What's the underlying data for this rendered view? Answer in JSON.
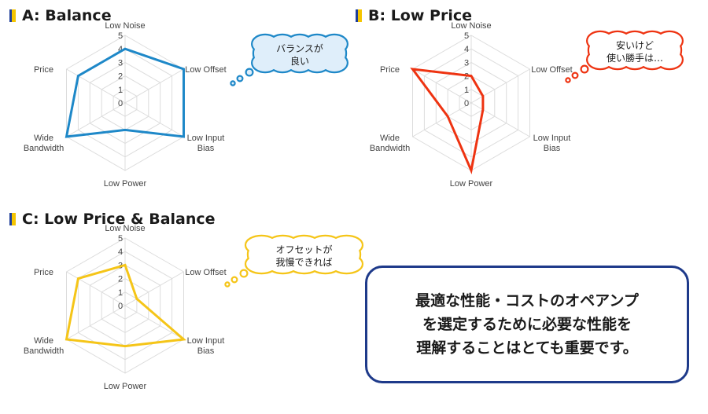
{
  "colors": {
    "marker_blue": "#1f3f9a",
    "marker_yellow": "#f5c500",
    "grid": "#dcdcdc",
    "navy": "#1e3a8a"
  },
  "chart_data": [
    {
      "type": "radar",
      "title": "A: Balance",
      "axes": [
        "Low Noise",
        "Low Offset",
        "Low Input\nBias",
        "Low Power",
        "Wide\nBandwidth",
        "Price"
      ],
      "ticks": [
        0,
        1,
        2,
        3,
        4,
        5
      ],
      "range": [
        0,
        5
      ],
      "values": [
        4,
        5,
        5,
        2,
        5,
        4
      ],
      "color": "#1e88c8"
    },
    {
      "type": "radar",
      "title": "B: Low Price",
      "axes": [
        "Low Noise",
        "Low Offset",
        "Low Input\nBias",
        "Low Power",
        "Wide\nBandwidth",
        "Price"
      ],
      "ticks": [
        0,
        1,
        2,
        3,
        4,
        5
      ],
      "range": [
        0,
        5
      ],
      "values": [
        2,
        1,
        1,
        5,
        2,
        5
      ],
      "color": "#ee3311"
    },
    {
      "type": "radar",
      "title": "C: Low Price & Balance",
      "axes": [
        "Low Noise",
        "Low Offset",
        "Low Input\nBias",
        "Low Power",
        "Wide\nBandwidth",
        "Price"
      ],
      "ticks": [
        0,
        1,
        2,
        3,
        4,
        5
      ],
      "range": [
        0,
        5
      ],
      "values": [
        3,
        1,
        5,
        3,
        5,
        4
      ],
      "color": "#f5c518"
    }
  ],
  "callouts": [
    {
      "lines": [
        "バランスが",
        "良い"
      ],
      "border": "#1e88c8",
      "fill": "#dfeefa"
    },
    {
      "lines": [
        "安いけど",
        "使い勝手は…"
      ],
      "border": "#ee3311",
      "fill": "#ffffff"
    },
    {
      "lines": [
        "オフセットが",
        "我慢できれば"
      ],
      "border": "#f5c518",
      "fill": "#ffffff"
    }
  ],
  "message": {
    "lines": [
      "最適な性能・コストのオペアンプ",
      "を選定するために必要な性能を",
      "理解することはとても重要です。"
    ]
  }
}
